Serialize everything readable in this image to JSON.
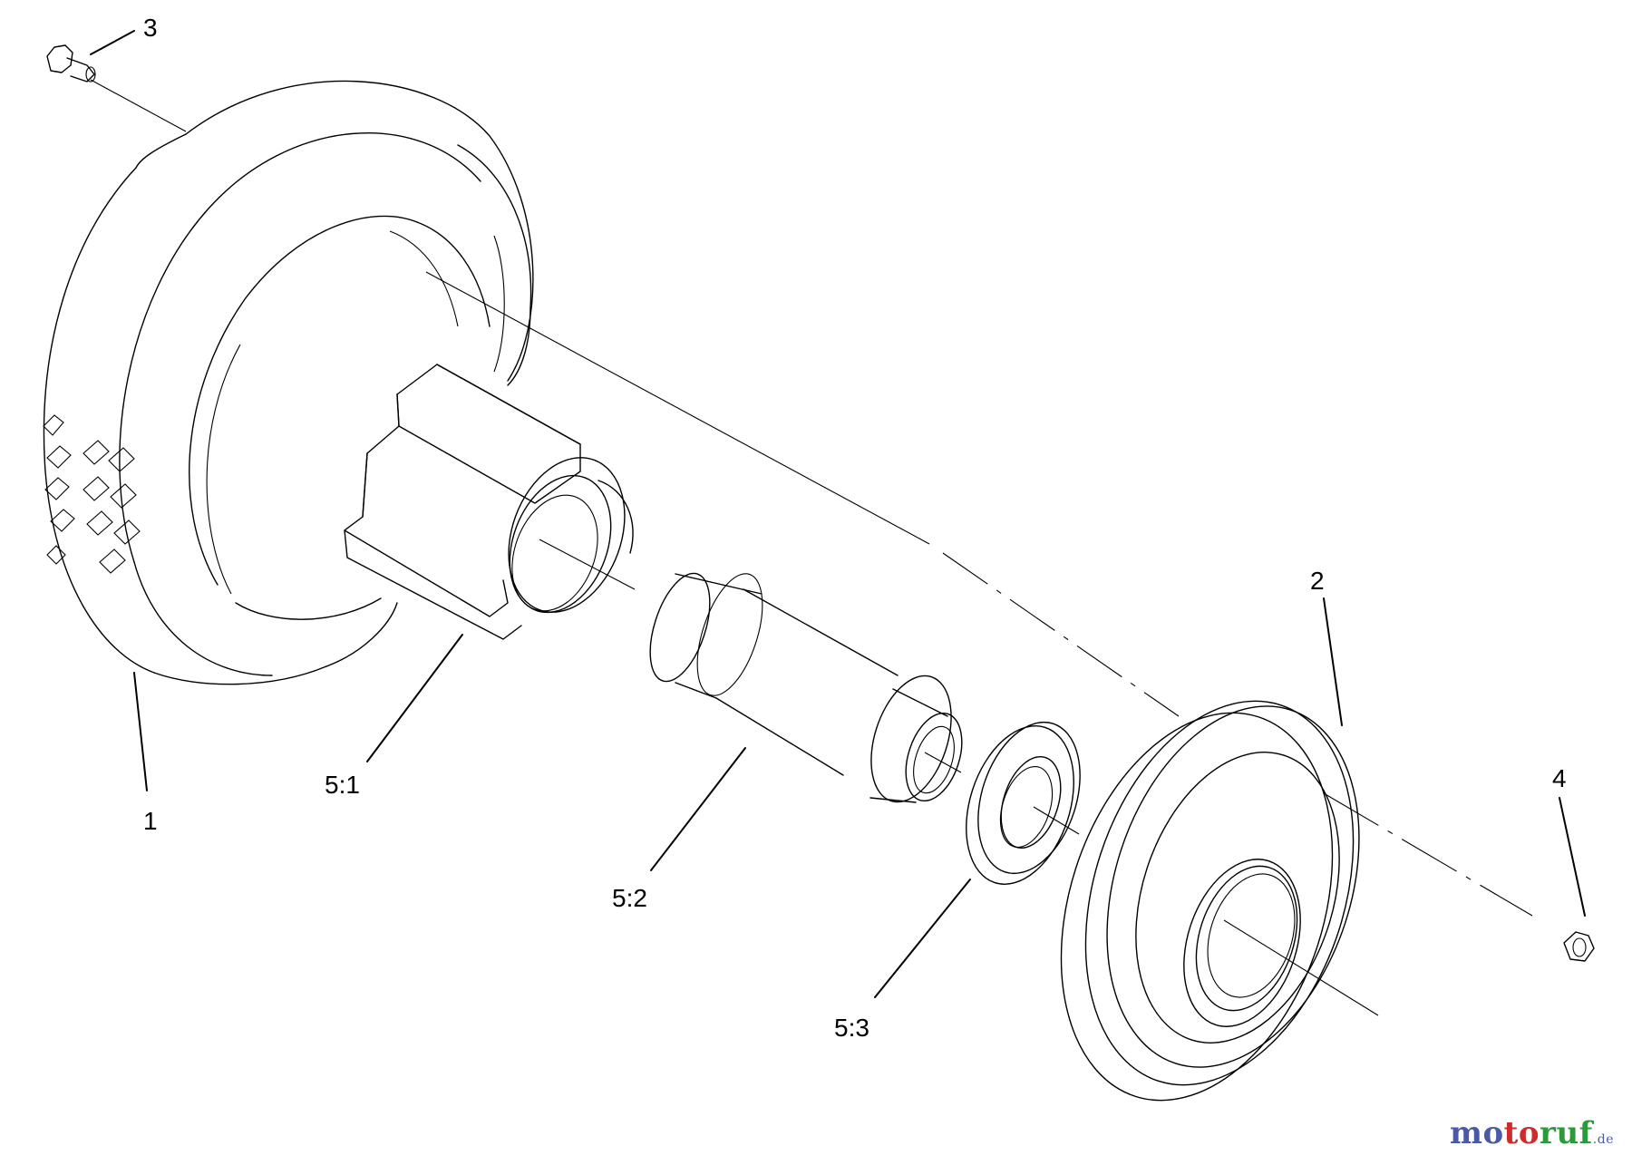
{
  "diagram": {
    "callouts": {
      "tire": "1",
      "wheel_half": "2",
      "bolt": "3",
      "nut": "4",
      "hub": "5:1",
      "axle_spacer": "5:2",
      "bearing_ring": "5:3"
    },
    "watermark": {
      "part1": "mo",
      "part2": "to",
      "part3": "ruf",
      "tld": ".de"
    }
  }
}
